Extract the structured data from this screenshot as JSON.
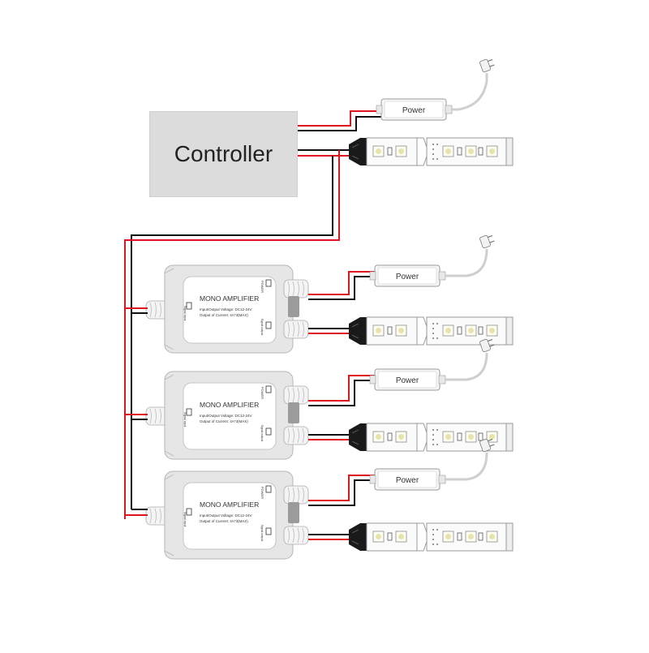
{
  "diagram": {
    "controller_label": "Controller",
    "power_label": "Power",
    "amplifier": {
      "title": "MONO AMPLIFIER",
      "spec_line1": "Input/Output Voltage: DC12-24V",
      "spec_line2": "Output of Current: 4A*3(MAX)",
      "power_port": "POWER",
      "signal_input": "Signal input",
      "signal_output": "Signal output"
    }
  },
  "colors": {
    "wire_red": "#e0141e",
    "wire_black": "#111111",
    "controller_fill": "#dcdcdc",
    "amplifier_fill": "#e6e6e6"
  }
}
